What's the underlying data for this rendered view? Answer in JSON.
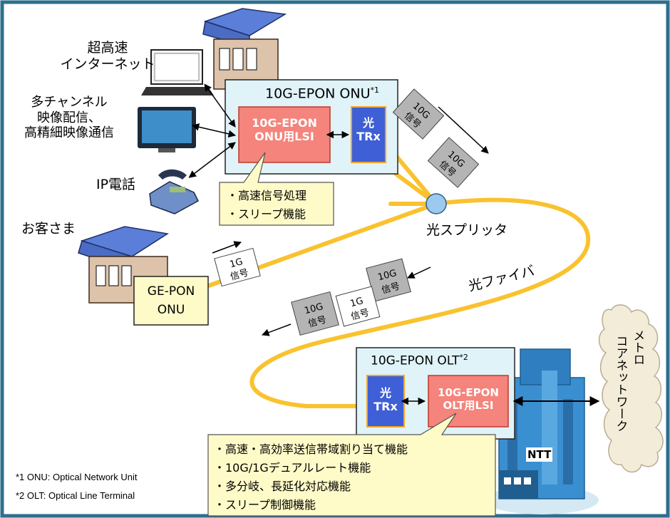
{
  "labels": {
    "internet_l1": "超高速",
    "internet_l2": "インターネット",
    "video_l1": "多チャンネル",
    "video_l2": "映像配信、",
    "video_l3": "高精細映像通信",
    "ip_phone": "IP電話",
    "customer": "お客さま",
    "splitter": "光スプリッタ",
    "fiber": "光ファイバ",
    "ntt": "NTT",
    "metro_col1": "メトロ",
    "metro_col2": "コアネットワーク"
  },
  "onu": {
    "title": "10G-EPON ONU",
    "title_sup": "*1",
    "lsi_l1": "10G-EPON",
    "lsi_l2": "ONU用LSI",
    "trx_l1": "光",
    "trx_l2": "TRx",
    "callout": [
      "・高速信号処理",
      "・スリープ機能"
    ]
  },
  "olt": {
    "title": "10G-EPON OLT",
    "title_sup": "*2",
    "lsi_l1": "10G-EPON",
    "lsi_l2": "OLT用LSI",
    "trx_l1": "光",
    "trx_l2": "TRx",
    "callout": [
      "・高速・高効率送信帯域割り当て機能",
      "・10G/1Gデュアルレート機能",
      "・多分岐、長延化対応機能",
      "・スリープ制御機能"
    ]
  },
  "gepon": {
    "l1": "GE-PON",
    "l2": "ONU"
  },
  "signals": [
    {
      "speed": "10G",
      "text": "信号"
    },
    {
      "speed": "10G",
      "text": "信号"
    },
    {
      "speed": "1G",
      "text": "信号"
    },
    {
      "speed": "10G",
      "text": "信号"
    },
    {
      "speed": "1G",
      "text": "信号"
    },
    {
      "speed": "10G",
      "text": "信号"
    }
  ],
  "footnotes": [
    "*1 ONU: Optical Network Unit",
    "*2 OLT: Optical Line Terminal"
  ],
  "colors": {
    "frame": "#2e6f8e",
    "fiber": "#f9c22e",
    "onu_box_fill": "#dff3f8",
    "lsi_fill": "#f4847c",
    "trx_fill": "#3f5fd6",
    "callout_fill": "#fffbc8",
    "house_roof": "#5b7fd8",
    "house_wall": "#ddc3aa",
    "signal_fill": "#b4b4b4",
    "building": "#3a8fd0",
    "cloud": "#f2ecd8"
  }
}
